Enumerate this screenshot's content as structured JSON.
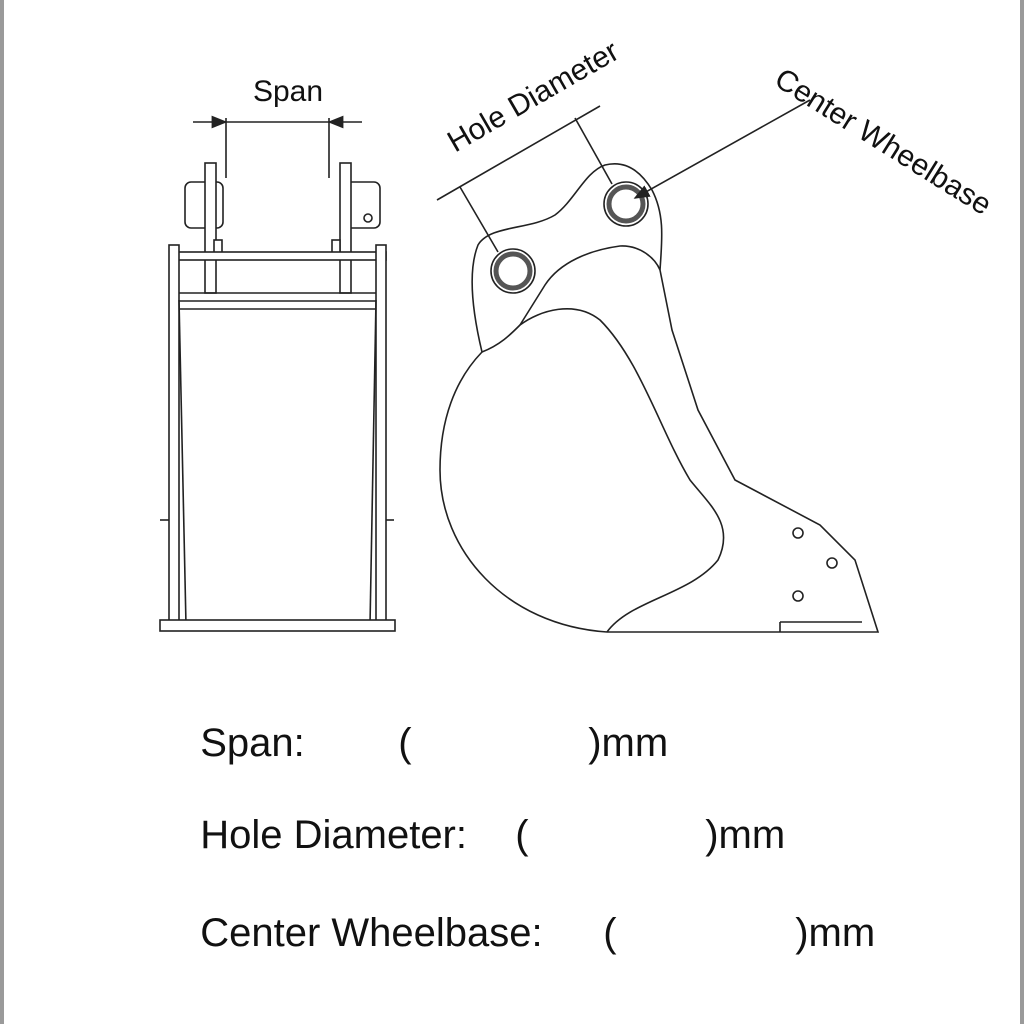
{
  "diagram": {
    "labels": {
      "span": "Span",
      "hole_diameter": "Hole Diameter",
      "center_wheelbase": "Center Wheelbase"
    }
  },
  "form": {
    "rows": [
      {
        "label": "Span:",
        "open": "(",
        "close": ")mm"
      },
      {
        "label": "Hole Diameter:",
        "open": "(",
        "close": ")mm"
      },
      {
        "label": "Center Wheelbase:",
        "open": "(",
        "close": ")mm"
      }
    ]
  },
  "colors": {
    "line": "#222222",
    "pin_ring": "#555555",
    "frame": "#9a9a9a"
  }
}
